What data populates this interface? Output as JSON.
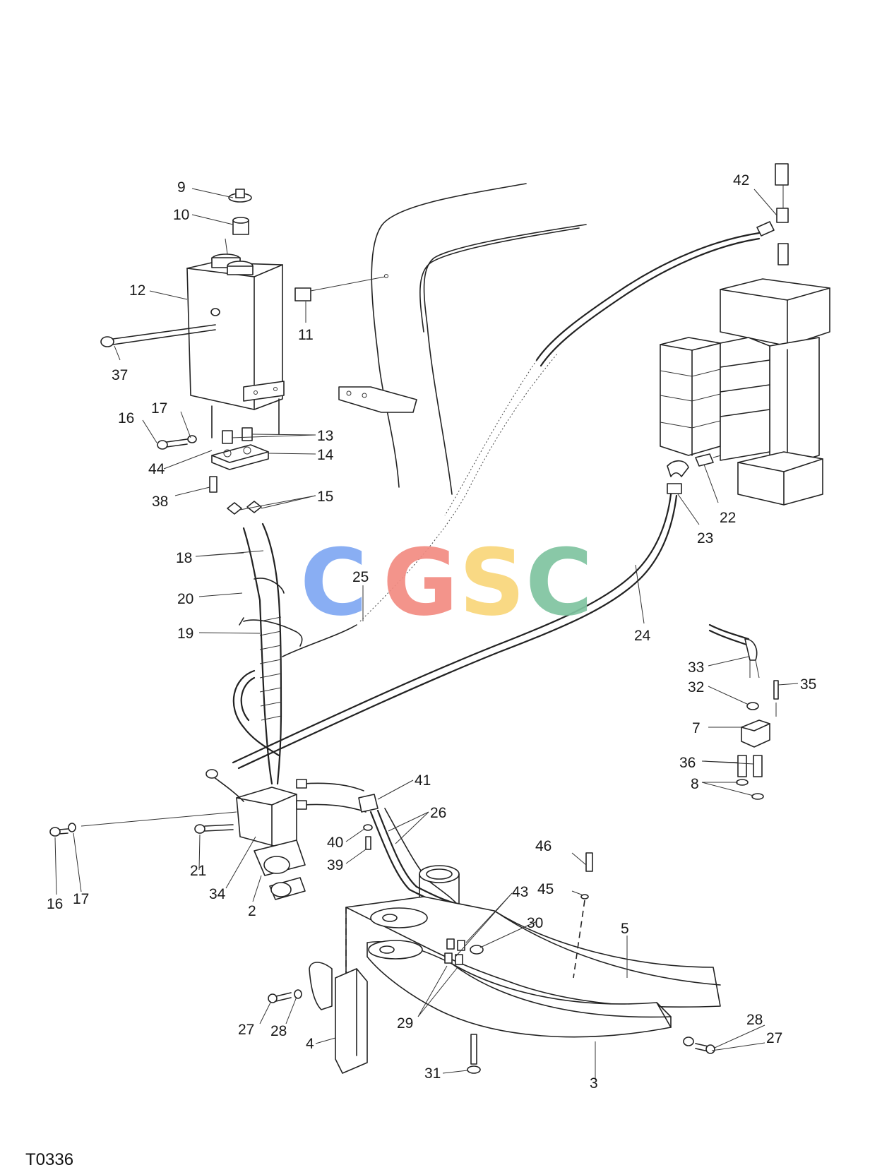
{
  "figure_id": "T0336",
  "watermark": {
    "letters": [
      "C",
      "G",
      "S",
      "C"
    ],
    "colors": [
      "#7fa8f2",
      "#f28b82",
      "#f9d67a",
      "#7fc4a0"
    ]
  },
  "callouts": [
    {
      "id": "c9",
      "label": "9"
    },
    {
      "id": "c10",
      "label": "10"
    },
    {
      "id": "c12",
      "label": "12"
    },
    {
      "id": "c11",
      "label": "11"
    },
    {
      "id": "c37",
      "label": "37"
    },
    {
      "id": "c17a",
      "label": "17"
    },
    {
      "id": "c16a",
      "label": "16"
    },
    {
      "id": "c13",
      "label": "13"
    },
    {
      "id": "c14",
      "label": "14"
    },
    {
      "id": "c44",
      "label": "44"
    },
    {
      "id": "c38",
      "label": "38"
    },
    {
      "id": "c15",
      "label": "15"
    },
    {
      "id": "c18",
      "label": "18"
    },
    {
      "id": "c20",
      "label": "20"
    },
    {
      "id": "c25",
      "label": "25"
    },
    {
      "id": "c19",
      "label": "19"
    },
    {
      "id": "c42",
      "label": "42"
    },
    {
      "id": "c22",
      "label": "22"
    },
    {
      "id": "c23",
      "label": "23"
    },
    {
      "id": "c24",
      "label": "24"
    },
    {
      "id": "c33",
      "label": "33"
    },
    {
      "id": "c32",
      "label": "32"
    },
    {
      "id": "c35",
      "label": "35"
    },
    {
      "id": "c7",
      "label": "7"
    },
    {
      "id": "c36",
      "label": "36"
    },
    {
      "id": "c8",
      "label": "8"
    },
    {
      "id": "c41",
      "label": "41"
    },
    {
      "id": "c26",
      "label": "26"
    },
    {
      "id": "c40",
      "label": "40"
    },
    {
      "id": "c39",
      "label": "39"
    },
    {
      "id": "c21",
      "label": "21"
    },
    {
      "id": "c16b",
      "label": "16"
    },
    {
      "id": "c17b",
      "label": "17"
    },
    {
      "id": "c34",
      "label": "34"
    },
    {
      "id": "c2",
      "label": "2"
    },
    {
      "id": "c46",
      "label": "46"
    },
    {
      "id": "c45",
      "label": "45"
    },
    {
      "id": "c43",
      "label": "43"
    },
    {
      "id": "c30",
      "label": "30"
    },
    {
      "id": "c5",
      "label": "5"
    },
    {
      "id": "c29",
      "label": "29"
    },
    {
      "id": "c27a",
      "label": "27"
    },
    {
      "id": "c28a",
      "label": "28"
    },
    {
      "id": "c4",
      "label": "4"
    },
    {
      "id": "c28b",
      "label": "28"
    },
    {
      "id": "c27b",
      "label": "27"
    },
    {
      "id": "c31",
      "label": "31"
    },
    {
      "id": "c3",
      "label": "3"
    }
  ]
}
